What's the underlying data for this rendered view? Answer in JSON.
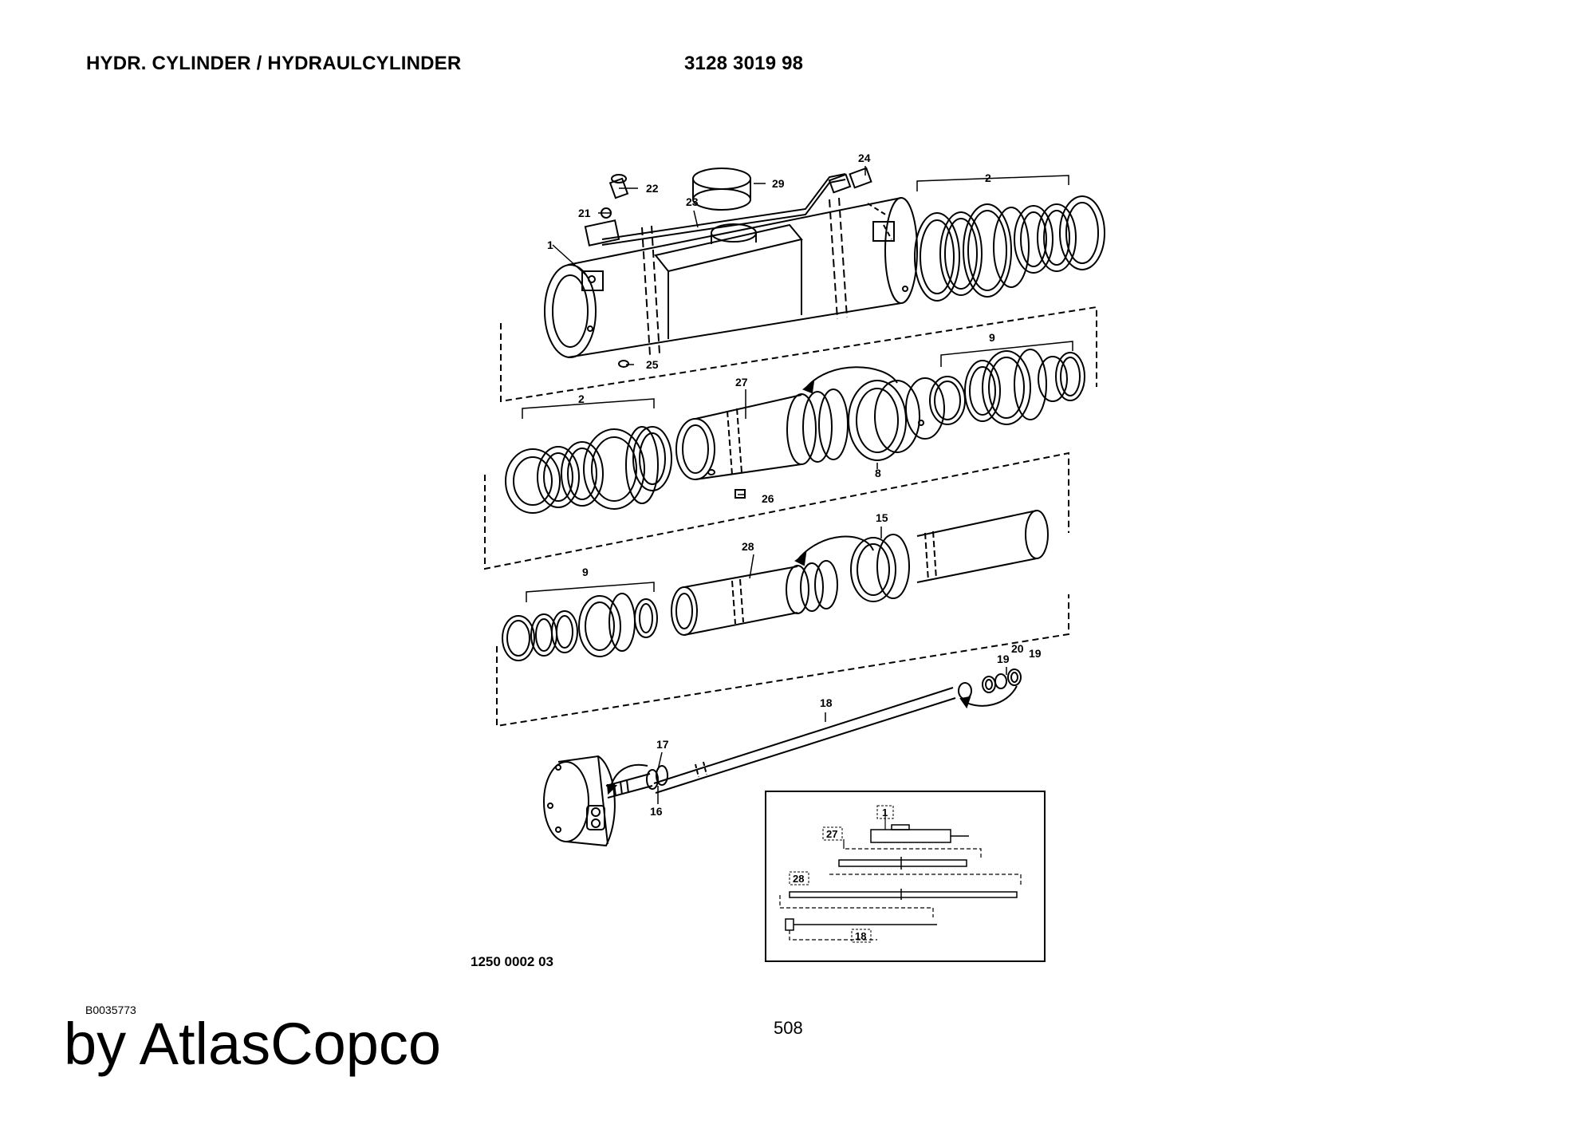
{
  "header": {
    "title": "HYDR. CYLINDER / HYDRAULCYLINDER",
    "part_number": "3128 3019 98"
  },
  "drawing_number": "1250 0002 03",
  "document_id": "B0035773",
  "page_number": "508",
  "brand": "by AtlasCopco",
  "callouts": [
    {
      "id": "1",
      "text": "1"
    },
    {
      "id": "2a",
      "text": "2"
    },
    {
      "id": "2b",
      "text": "2"
    },
    {
      "id": "8",
      "text": "8"
    },
    {
      "id": "9a",
      "text": "9"
    },
    {
      "id": "9b",
      "text": "9"
    },
    {
      "id": "15",
      "text": "15"
    },
    {
      "id": "16",
      "text": "16"
    },
    {
      "id": "17",
      "text": "17"
    },
    {
      "id": "18",
      "text": "18"
    },
    {
      "id": "19a",
      "text": "19"
    },
    {
      "id": "19b",
      "text": "19"
    },
    {
      "id": "20",
      "text": "20"
    },
    {
      "id": "21",
      "text": "21"
    },
    {
      "id": "22",
      "text": "22"
    },
    {
      "id": "23",
      "text": "23"
    },
    {
      "id": "24",
      "text": "24"
    },
    {
      "id": "25",
      "text": "25"
    },
    {
      "id": "26",
      "text": "26"
    },
    {
      "id": "27",
      "text": "27"
    },
    {
      "id": "28",
      "text": "28"
    },
    {
      "id": "29",
      "text": "29"
    }
  ],
  "inset_labels": [
    "1",
    "27",
    "28",
    "18"
  ]
}
